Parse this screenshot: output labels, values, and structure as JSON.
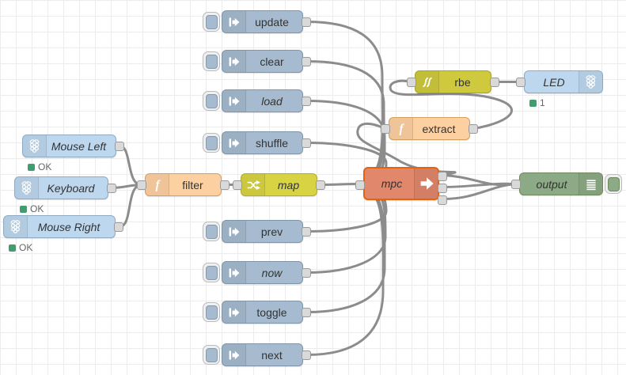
{
  "app": "node-red-flow-editor",
  "palette": {
    "inject_blue": "#a6bbcf",
    "rpi_blue": "#bdd7ee",
    "function_orange": "#fdd0a2",
    "map_yellow": "#d7d343",
    "rbe_yellow": "#cfc93d",
    "mpc_fill": "#e0876c",
    "mpc_border": "#e36410",
    "debug_green": "#8caa85",
    "status_green": "#3f9d6e",
    "wire_gray": "#8c8c8c",
    "grid_line": "#ececec"
  },
  "icons": {
    "inject": "inject-arrow-icon",
    "rpi": "raspberry-pi-icon",
    "function": "function-f-icon",
    "map": "swap-arrows-icon",
    "rbe": "hysteresis-icon",
    "mpc": "play-arrow-icon",
    "debug": "list-lines-icon"
  },
  "nodes": {
    "update": {
      "label": "update"
    },
    "clear": {
      "label": "clear"
    },
    "load": {
      "label": "load"
    },
    "shuffle": {
      "label": "shuffle"
    },
    "prev": {
      "label": "prev"
    },
    "now": {
      "label": "now"
    },
    "toggle": {
      "label": "toggle"
    },
    "next": {
      "label": "next"
    },
    "mouse_left": {
      "label": "Mouse Left",
      "status": "OK"
    },
    "keyboard": {
      "label": "Keyboard",
      "status": "OK"
    },
    "mouse_right": {
      "label": "Mouse Right",
      "status": "OK"
    },
    "filter": {
      "label": "filter"
    },
    "map": {
      "label": "map"
    },
    "mpc": {
      "label": "mpc"
    },
    "extract": {
      "label": "extract"
    },
    "rbe": {
      "label": "rbe"
    },
    "led": {
      "label": "LED",
      "status": "1"
    },
    "output": {
      "label": "output"
    }
  }
}
